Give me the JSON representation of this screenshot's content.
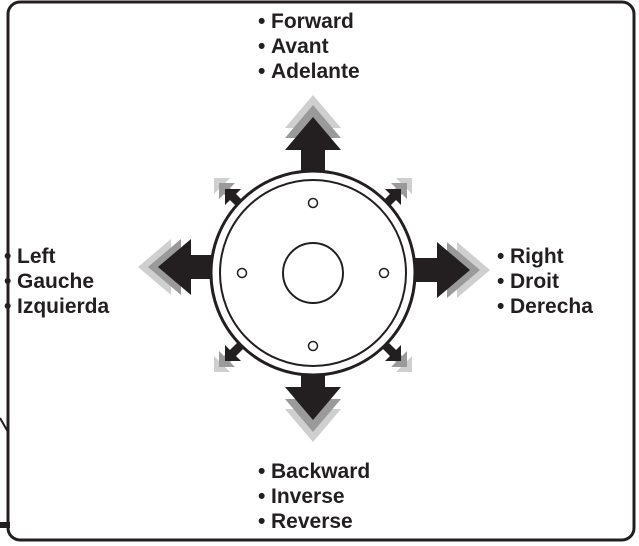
{
  "directions": {
    "forward": [
      "Forward",
      "Avant",
      "Adelante"
    ],
    "left": [
      "Left",
      "Gauche",
      "Izquierda"
    ],
    "right": [
      "Right",
      "Droit",
      "Derecha"
    ],
    "backward": [
      "Backward",
      "Inverse",
      "Reverse"
    ]
  },
  "bullet": "•",
  "colors": {
    "ink": "#231f20",
    "arrow_dark": "#231f20",
    "arrow_mid": "#9a9a9a",
    "arrow_light": "#cfcfcf",
    "background": "#ffffff"
  },
  "icons": {
    "main_arrows": [
      "arrow-up-icon",
      "arrow-left-icon",
      "arrow-right-icon",
      "arrow-down-icon"
    ],
    "diagonal_arrows": [
      "arrow-up-left-icon",
      "arrow-up-right-icon",
      "arrow-down-left-icon",
      "arrow-down-right-icon"
    ],
    "center": "joystick-dial-icon"
  }
}
